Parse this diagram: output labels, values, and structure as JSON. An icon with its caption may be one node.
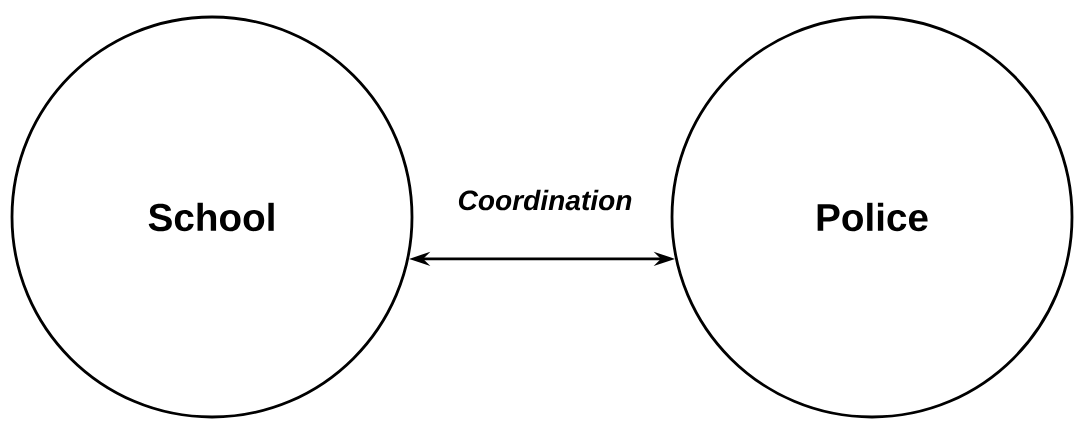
{
  "diagram": {
    "nodes": [
      {
        "text": [
          "School"
        ]
      },
      {
        "text": [
          "Police"
        ]
      }
    ],
    "edges": [
      {
        "from": 0,
        "to": 1,
        "arrow": "both",
        "label": "Coordination"
      }
    ]
  }
}
